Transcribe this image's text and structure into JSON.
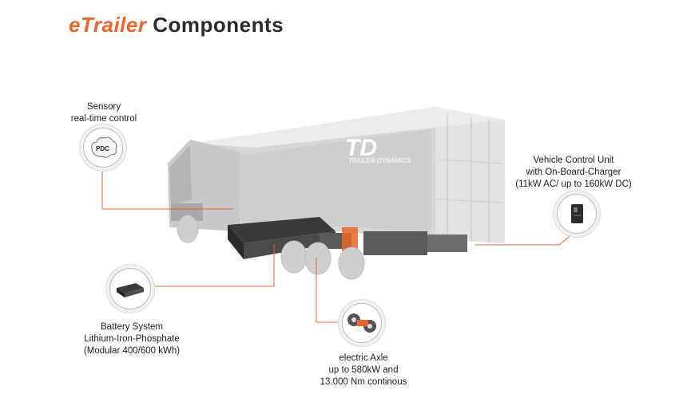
{
  "title": {
    "accent": "eTrailer",
    "rest": " Components"
  },
  "colors": {
    "accent": "#e8662c",
    "callout_line": "#e8662c",
    "text": "#1e1e1e"
  },
  "trailer_logo": {
    "mark": "TD",
    "text": "TRAILER DYNAMICS"
  },
  "components": {
    "sensory": {
      "line1": "Sensory",
      "line2": "real-time control",
      "icon_text": "PDC"
    },
    "vcu": {
      "line1": "Vehicle Control Unit",
      "line2": "with On-Board-Charger",
      "line3": "(11kW AC/ up to 160kW DC)"
    },
    "battery": {
      "line1": "Battery System",
      "line2": "Lithium-Iron-Phosphate",
      "line3": "(Modular 400/600 kWh)"
    },
    "axle": {
      "line1": "electric Axle",
      "line2": "up to 580kW and",
      "line3": "13.000 Nm continous"
    }
  }
}
